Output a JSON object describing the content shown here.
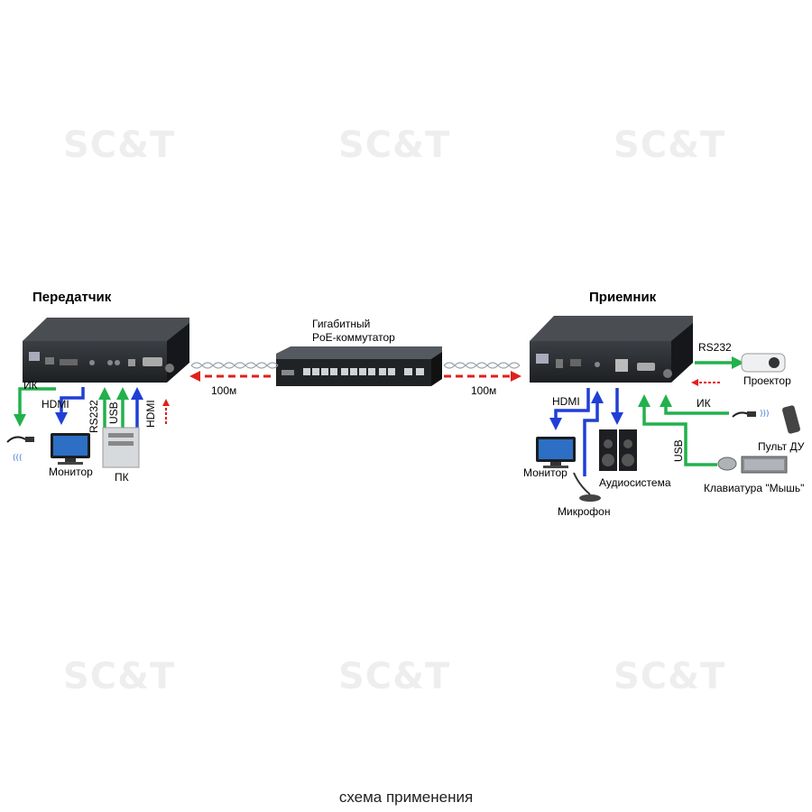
{
  "watermark": "SC&T",
  "transmitter": {
    "title": "Передатчик",
    "labels": {
      "ir": "ИК",
      "hdmi": "HDMI",
      "monitor": "Монитор",
      "rs232": "RS232",
      "usb": "USB",
      "hdmi_v": "HDMI",
      "pc": "ПК"
    }
  },
  "switch": {
    "line1": "Гигабитный",
    "line2": "PoE-коммутатор"
  },
  "links": {
    "left": "100м",
    "right": "100м"
  },
  "receiver": {
    "title": "Приемник",
    "labels": {
      "rs232": "RS232",
      "projector": "Проектор",
      "ir": "ИК",
      "remote": "Пульт ДУ",
      "hdmi": "HDMI",
      "monitor": "Монитор",
      "audio": "Аудиосистема",
      "microphone": "Микрофон",
      "usb": "USB",
      "keyboard": "Клавиатура \"Мышь\""
    }
  },
  "caption": "схема применения",
  "colors": {
    "green": "#22b14c",
    "blue": "#1f3fd6",
    "red": "#e0201c",
    "device": "#2a2d31"
  }
}
